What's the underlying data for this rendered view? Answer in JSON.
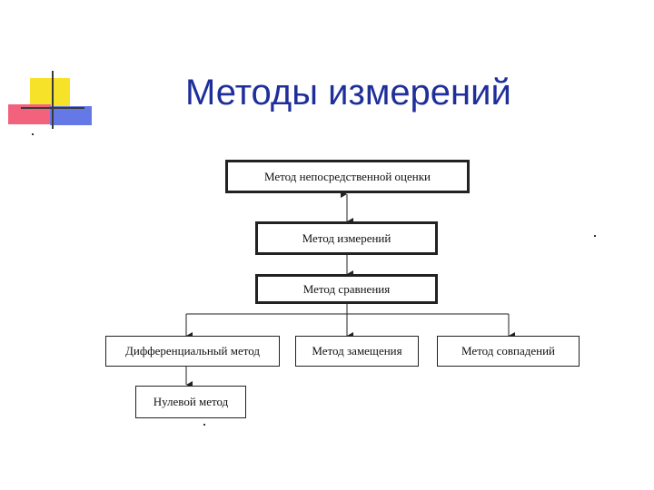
{
  "title": "Методы измерений",
  "nodes": {
    "direct": "Метод непосредственной оценки",
    "measure": "Метод измерений",
    "compare": "Метод сравнения",
    "diff": "Дифференциальный метод",
    "subst": "Метод замещения",
    "coinc": "Метод совпадений",
    "null": "Нулевой метод"
  },
  "colors": {
    "title": "#1f2f9a",
    "accent_yellow": "#f7e22a",
    "accent_red": "#f2627c",
    "accent_blue": "#6478e6"
  }
}
